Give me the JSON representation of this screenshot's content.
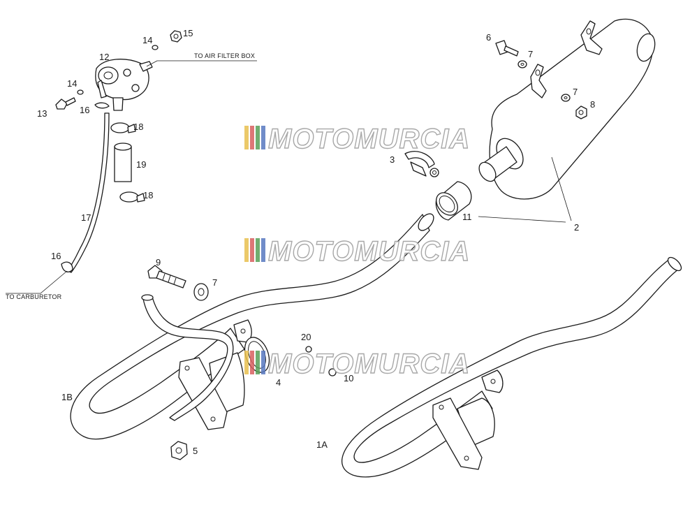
{
  "diagram": {
    "callouts": {
      "c1A": "1A",
      "c1B": "1B",
      "c2": "2",
      "c3": "3",
      "c4": "4",
      "c5": "5",
      "c6": "6",
      "c7a": "7",
      "c7b": "7",
      "c7c": "7",
      "c8": "8",
      "c9": "9",
      "c10": "10",
      "c11": "11",
      "c12": "12",
      "c13": "13",
      "c14a": "14",
      "c14b": "14",
      "c15": "15",
      "c16a": "16",
      "c16b": "16",
      "c17": "17",
      "c18a": "18",
      "c18b": "18",
      "c19": "19",
      "c20": "20"
    },
    "notes": {
      "air_filter": "TO AIR FILTER BOX",
      "carburetor": "TO CARBURETOR"
    }
  },
  "watermark": {
    "text": "MOTOMURCIA",
    "stripe_colors": [
      "#e8c050",
      "#d86060",
      "#58a058",
      "#5878c0"
    ]
  }
}
